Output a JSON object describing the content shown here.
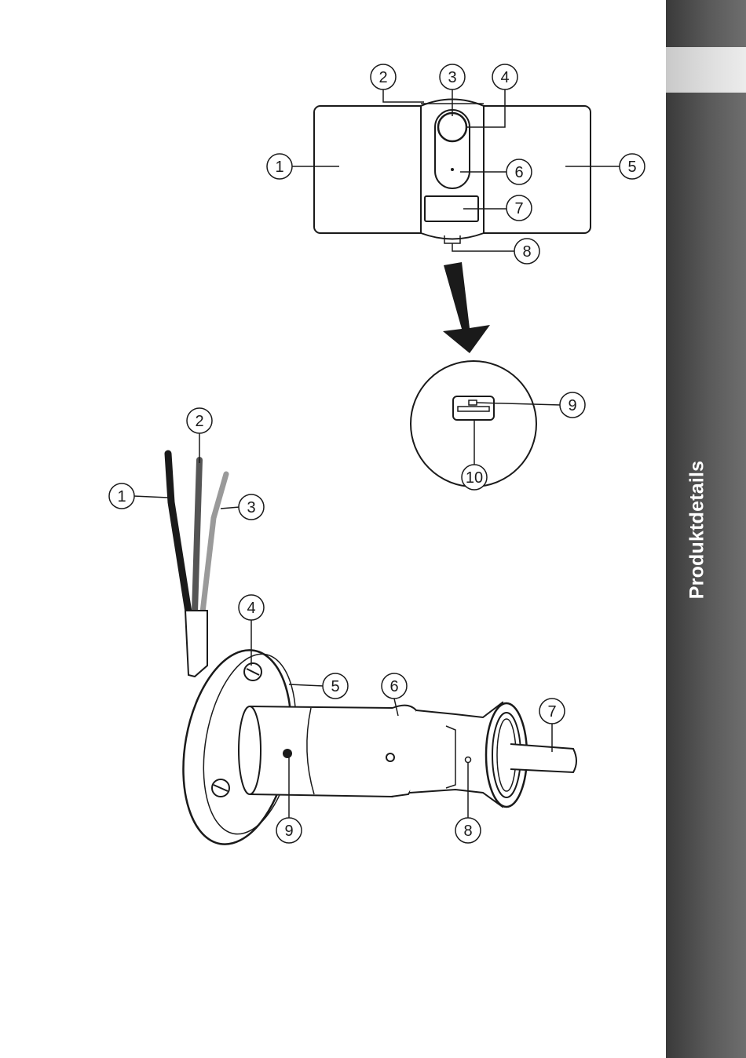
{
  "sidebar": {
    "title": "Produktdetails"
  },
  "top_view": {
    "callouts": [
      "1",
      "2",
      "3",
      "4",
      "5",
      "6",
      "7",
      "8"
    ],
    "detail_callouts": [
      "9",
      "10"
    ]
  },
  "camera_view": {
    "callouts": [
      "1",
      "2",
      "3",
      "4",
      "5",
      "6",
      "7",
      "8",
      "9"
    ]
  },
  "colors": {
    "sidebar_dark": "#3a3a3a",
    "sidebar_tab": "#dcdcdc",
    "line": "#1a1a1a"
  }
}
